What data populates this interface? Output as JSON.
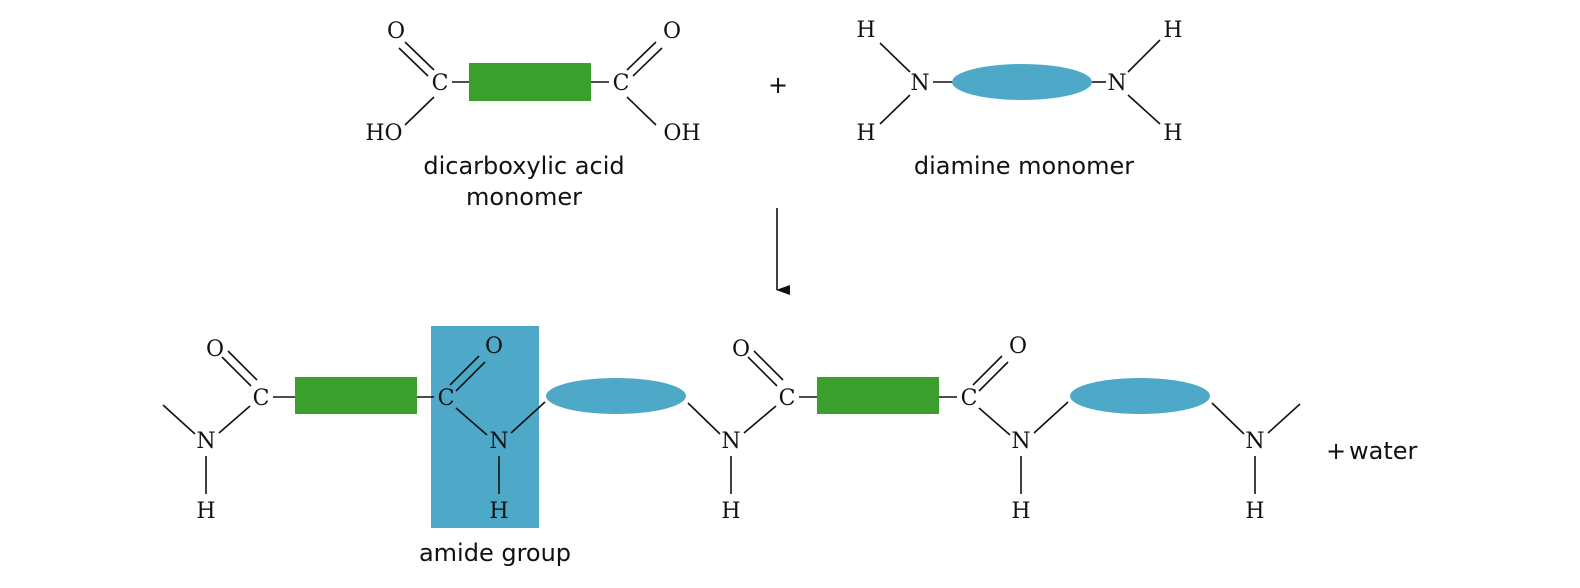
{
  "colors": {
    "dicarboxylic_block": "#3a9f2c",
    "diamine_block": "#4ea9c8",
    "amide_highlight": "#4ea9c8",
    "ink": "#111111"
  },
  "atoms": {
    "carbon": "C",
    "oxygen": "O",
    "nitrogen": "N",
    "hydrogen": "H",
    "hydroxyl_left": "HO",
    "hydroxyl_right": "OH"
  },
  "reactants": {
    "plus": "+",
    "dicarboxylic_label_line1": "dicarboxylic acid",
    "dicarboxylic_label_line2": "monomer",
    "diamine_label": "diamine monomer"
  },
  "product": {
    "amide_label": "amide group",
    "byproduct_plus": "+",
    "byproduct": "water"
  }
}
